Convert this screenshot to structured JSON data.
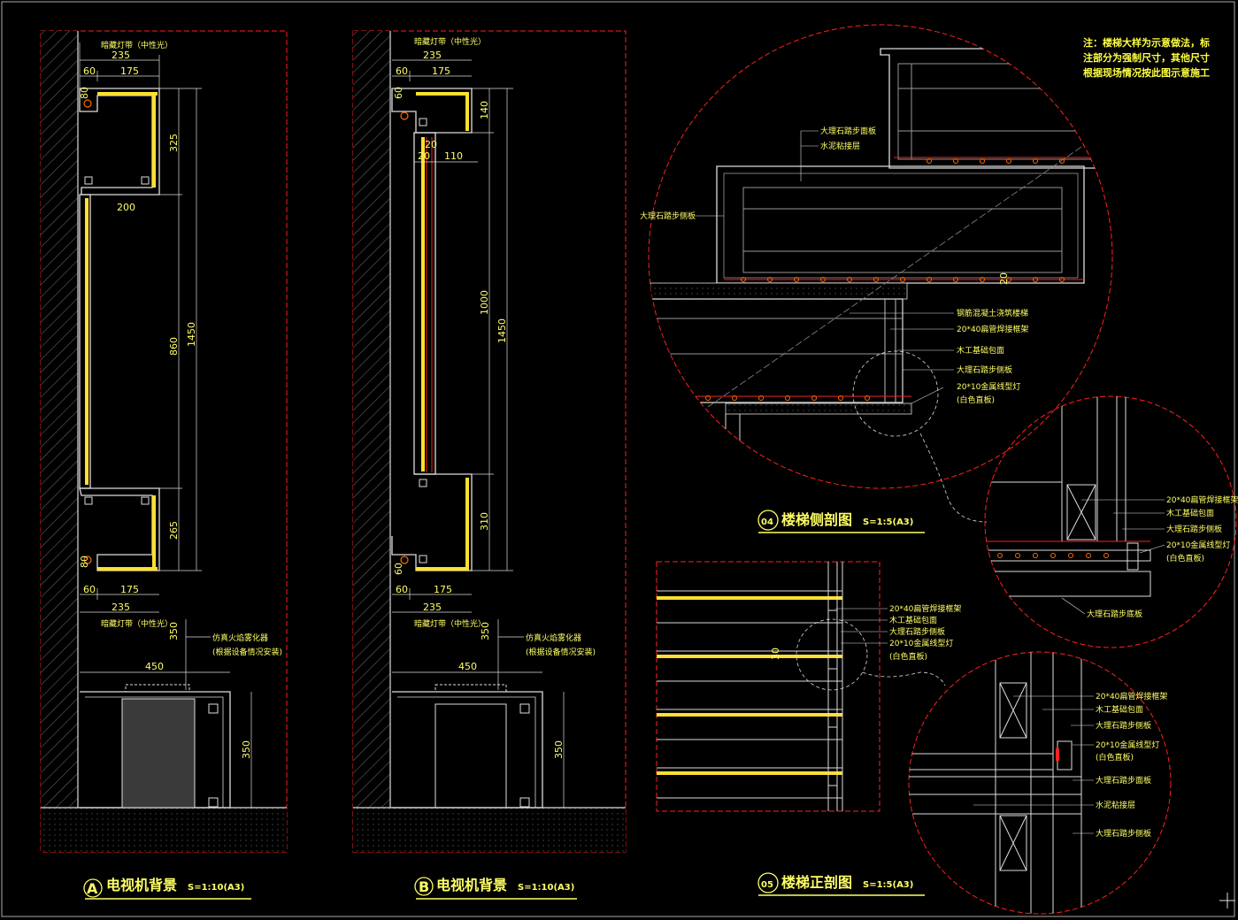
{
  "colors": {
    "background": "#000000",
    "outline": "#e0e0e0",
    "dim": "#ffff66",
    "boundary": "#ff2020",
    "yellow_line": "#ffe030",
    "hatch": "#7a7a7a"
  },
  "note": {
    "line1": "注：楼梯大样为示意做法，标",
    "line2": "注部分为强制尺寸，其他尺寸",
    "line3": "根据现场情况按此图示意施工"
  },
  "drawing_a": {
    "marker": "A",
    "title": "电视机背景",
    "scale": "S=1:10(A3)",
    "top_label": "暗藏灯带（中性光）",
    "bottom_label": "暗藏灯带（中性光）",
    "device_label_1": "仿真火焰雾化器",
    "device_label_2": "(根据设备情况安装)",
    "dims": {
      "top_total": "235",
      "top_left": "60",
      "top_right": "175",
      "d_80a": "80",
      "d_80b": "80",
      "v_325": "325",
      "v_200": "200",
      "v_860": "860",
      "v_1450": "1450",
      "v_265": "265",
      "bot_left": "60",
      "bot_right": "175",
      "bot_total": "235",
      "v_350a": "350",
      "w_450": "450",
      "v_350b": "350"
    }
  },
  "drawing_b": {
    "marker": "B",
    "title": "电视机背景",
    "scale": "S=1:10(A3)",
    "top_label": "暗藏灯带（中性光）",
    "bottom_label": "暗藏灯带（中性光）",
    "device_label_1": "仿真火焰雾化器",
    "device_label_2": "(根据设备情况安装)",
    "dims": {
      "top_total": "235",
      "top_left": "60",
      "top_right": "175",
      "d_60a": "60",
      "v_140": "140",
      "d_20a": "20",
      "d_20b": "20",
      "d_110": "110",
      "v_1000": "1000",
      "v_1450": "1450",
      "v_310": "310",
      "d_60b": "60",
      "bot_left": "60",
      "bot_right": "175",
      "bot_total": "235",
      "v_350a": "350",
      "w_450": "450",
      "v_350b": "350"
    }
  },
  "detail_04": {
    "marker": "04",
    "title": "楼梯侧剖图",
    "scale": "S=1:5(A3)",
    "labels": {
      "tread_panel": "大理石踏步面板",
      "cement_layer": "水泥粘接层",
      "step_side": "大理石踏步侧板",
      "concrete": "钢筋混凝土浇筑楼梯",
      "steel_frame": "20*40扁管焊接框架",
      "wood_base": "木工基础包面",
      "step_side_2": "大理石踏步侧板",
      "light": "20*10金属线型灯",
      "light_sub": "(白色直板)",
      "dim_20": "20"
    },
    "zoom_labels": {
      "frame": "20*40扁管焊接框架",
      "wood": "木工基础包面",
      "side": "大理石踏步侧板",
      "light": "20*10金属线型灯",
      "light_sub": "(白色直板)",
      "bottom": "大理石踏步底板"
    }
  },
  "detail_05": {
    "marker": "05",
    "title": "楼梯正剖图",
    "scale": "S=1:5(A3)",
    "labels": {
      "frame": "20*40扁管焊接框架",
      "wood": "木工基础包面",
      "side": "大理石踏步侧板",
      "light": "20*10金属线型灯",
      "light_sub": "(白色直板)",
      "dim_30": "30"
    },
    "zoom_labels": {
      "frame": "20*40扁管焊接框架",
      "wood": "木工基础包面",
      "side": "大理石踏步侧板",
      "light": "20*10金属线型灯",
      "light_sub": "(白色直板)",
      "tread": "大理石踏步面板",
      "cement": "水泥粘接层",
      "side_2": "大理石踏步侧板"
    }
  }
}
